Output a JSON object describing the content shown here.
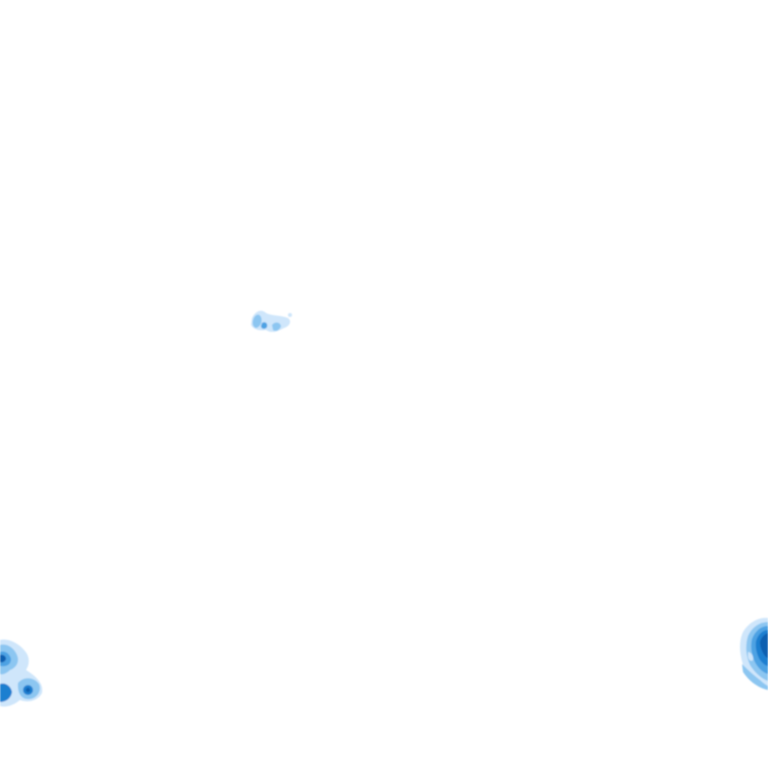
{
  "layer": {
    "background_color": "#ffffff",
    "palette": {
      "faint": "#cfe6fb",
      "light": "#8cc6f1",
      "medium": "#4ea2e3",
      "strong": "#1f7fd0",
      "intense": "#0f5fb0"
    }
  },
  "echoes": [
    {
      "id": "cell-center",
      "intensity": "light"
    },
    {
      "id": "cell-bottom-left",
      "intensity": "strong"
    },
    {
      "id": "cell-bottom-right",
      "intensity": "intense"
    }
  ]
}
